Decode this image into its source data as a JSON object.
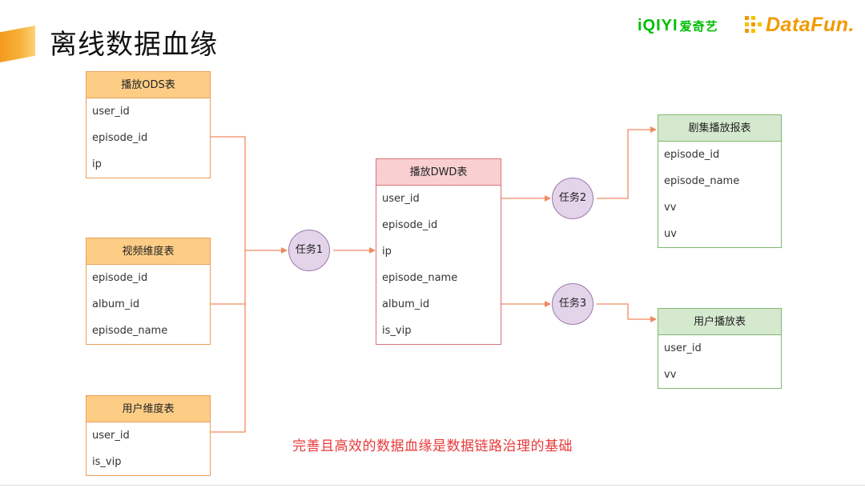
{
  "header": {
    "title": "离线数据血缘",
    "logo_iqiyi": "iQIYI",
    "logo_iqiyi_cn": "爱奇艺",
    "logo_datafun": "DataFun."
  },
  "tables": {
    "play_ods": {
      "title": "播放ODS表",
      "fields": [
        "user_id",
        "episode_id",
        "ip"
      ]
    },
    "video_dim": {
      "title": "视频维度表",
      "fields": [
        "episode_id",
        "album_id",
        "episode_name"
      ]
    },
    "user_dim": {
      "title": "用户维度表",
      "fields": [
        "user_id",
        "is_vip"
      ]
    },
    "play_dwd": {
      "title": "播放DWD表",
      "fields": [
        "user_id",
        "episode_id",
        "ip",
        "episode_name",
        "album_id",
        "is_vip"
      ]
    },
    "episode_report": {
      "title": "剧集播放报表",
      "fields": [
        "episode_id",
        "episode_name",
        "vv",
        "uv"
      ]
    },
    "user_play": {
      "title": "用户播放表",
      "fields": [
        "user_id",
        "vv"
      ]
    }
  },
  "tasks": {
    "task1": "任务1",
    "task2": "任务2",
    "task3": "任务3"
  },
  "caption": "完善且高效的数据血缘是数据链路治理的基础",
  "colors": {
    "source_header": "#fdcd86",
    "dwd_header": "#f9cfd2",
    "output_header": "#d5e9cf",
    "task_fill": "#e3d4ea",
    "connector": "#f08a60",
    "caption": "#e8393a"
  }
}
